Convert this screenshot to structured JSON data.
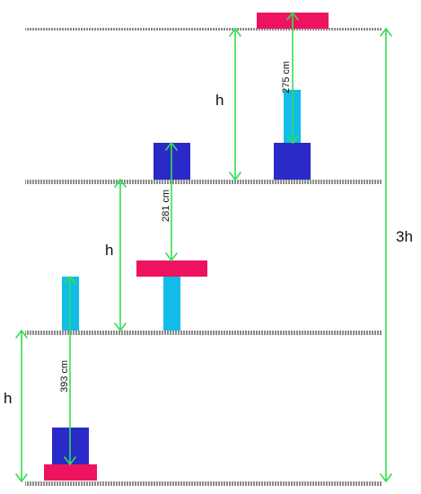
{
  "colors": {
    "floor": "#9a9a9a",
    "arrow": "#33dd55",
    "dark_block": "#2a2ac8",
    "light_block": "#12bce8",
    "pink_block": "#ee1360"
  },
  "labels": {
    "h_top": "h",
    "h_middle": "h",
    "h_bottom": "h",
    "total": "3h",
    "measure_top": "275 cm",
    "measure_middle": "281 cm",
    "measure_bottom": "393 cm"
  }
}
